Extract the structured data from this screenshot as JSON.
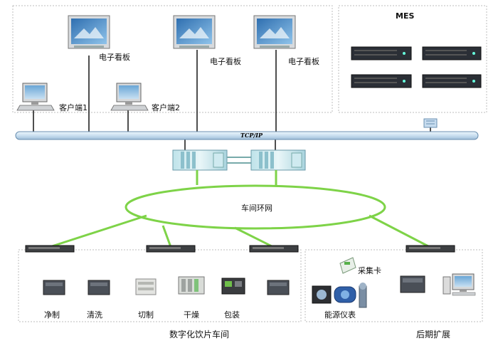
{
  "network": {
    "bus_label": "TCP/IP",
    "ring_label": "车间环网"
  },
  "top_left": {
    "kanban_labels": [
      "电子看板",
      "电子看板",
      "电子看板"
    ],
    "client_labels": [
      "客户端1",
      "客户端2"
    ]
  },
  "mes": {
    "title": "MES"
  },
  "workshop": {
    "title": "数字化饮片车间",
    "stations": [
      "净制",
      "清洗",
      "切制",
      "干燥",
      "包装"
    ]
  },
  "future": {
    "title": "后期扩展",
    "card_label": "采集卡",
    "meter_label": "能源仪表"
  },
  "colors": {
    "ring": "#7ed348",
    "bus": "#cfe3f3",
    "bus_border": "#6a8fb0",
    "panel_border": "#bdbdbd",
    "rack": "#2b2f36",
    "switch": "#3d3f42"
  }
}
